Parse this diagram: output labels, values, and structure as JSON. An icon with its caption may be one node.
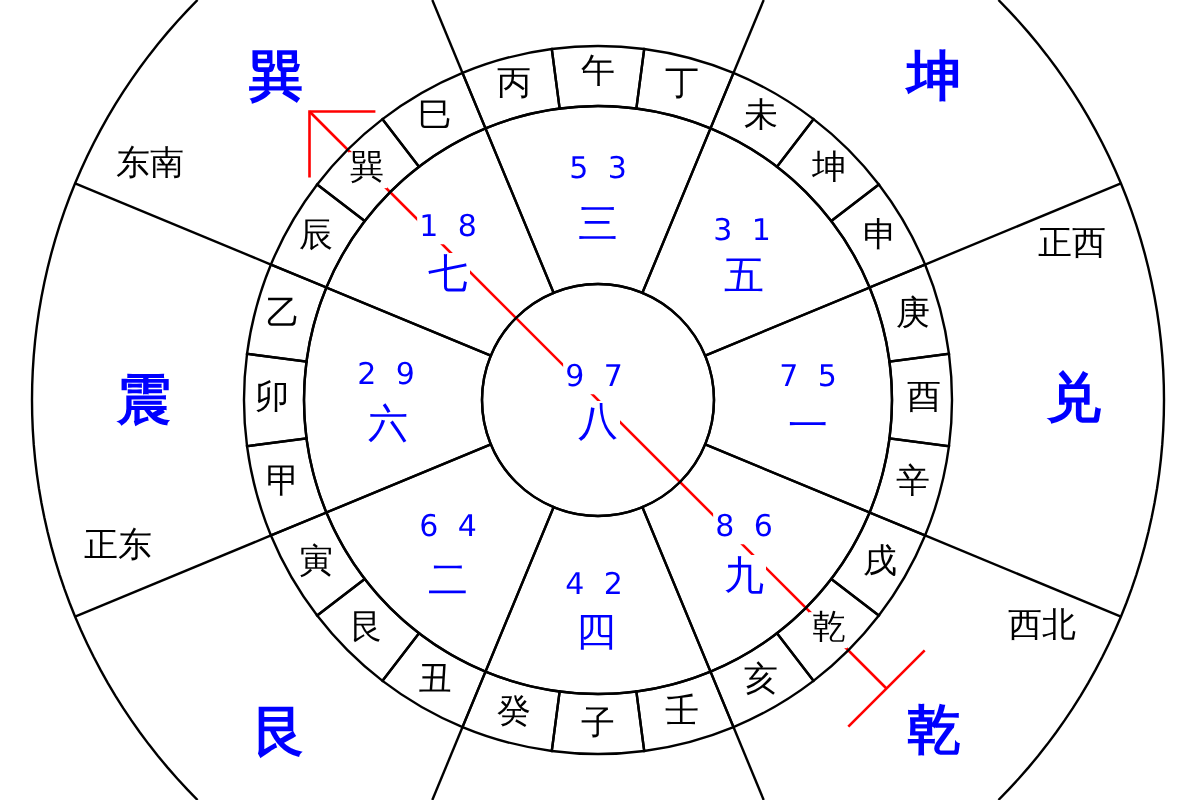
{
  "diagram": {
    "nodes": [
      {
        "text": [
          "9 7",
          "八"
        ]
      },
      {
        "text": [
          "5 3",
          "三"
        ]
      },
      {
        "text": [
          "3 1",
          "五"
        ]
      },
      {
        "text": [
          "7 5",
          "一"
        ]
      },
      {
        "text": [
          "8 6",
          "九"
        ]
      },
      {
        "text": [
          "4 2",
          "四"
        ]
      },
      {
        "text": [
          "6 4",
          "二"
        ]
      },
      {
        "text": [
          "2 9",
          "六"
        ]
      },
      {
        "text": [
          "1 8",
          "七"
        ]
      },
      {
        "text": [
          "午"
        ]
      },
      {
        "text": [
          "丁"
        ]
      },
      {
        "text": [
          "未"
        ]
      },
      {
        "text": [
          "坤"
        ]
      },
      {
        "text": [
          "申"
        ]
      },
      {
        "text": [
          "庚"
        ]
      },
      {
        "text": [
          "酉"
        ]
      },
      {
        "text": [
          "辛"
        ]
      },
      {
        "text": [
          "戌"
        ]
      },
      {
        "text": [
          "乾"
        ]
      },
      {
        "text": [
          "亥"
        ]
      },
      {
        "text": [
          "壬"
        ]
      },
      {
        "text": [
          "子"
        ]
      },
      {
        "text": [
          "癸"
        ]
      },
      {
        "text": [
          "丑"
        ]
      },
      {
        "text": [
          "艮"
        ]
      },
      {
        "text": [
          "寅"
        ]
      },
      {
        "text": [
          "甲"
        ]
      },
      {
        "text": [
          "卯"
        ]
      },
      {
        "text": [
          "乙"
        ]
      },
      {
        "text": [
          "辰"
        ]
      },
      {
        "text": [
          "巽"
        ]
      },
      {
        "text": [
          "巳"
        ]
      },
      {
        "text": [
          "丙"
        ]
      }
    ],
    "labels": [
      "巽",
      "坤",
      "东南",
      "正西",
      "震",
      "兑",
      "正东",
      "西北",
      "艮",
      "乾"
    ]
  }
}
